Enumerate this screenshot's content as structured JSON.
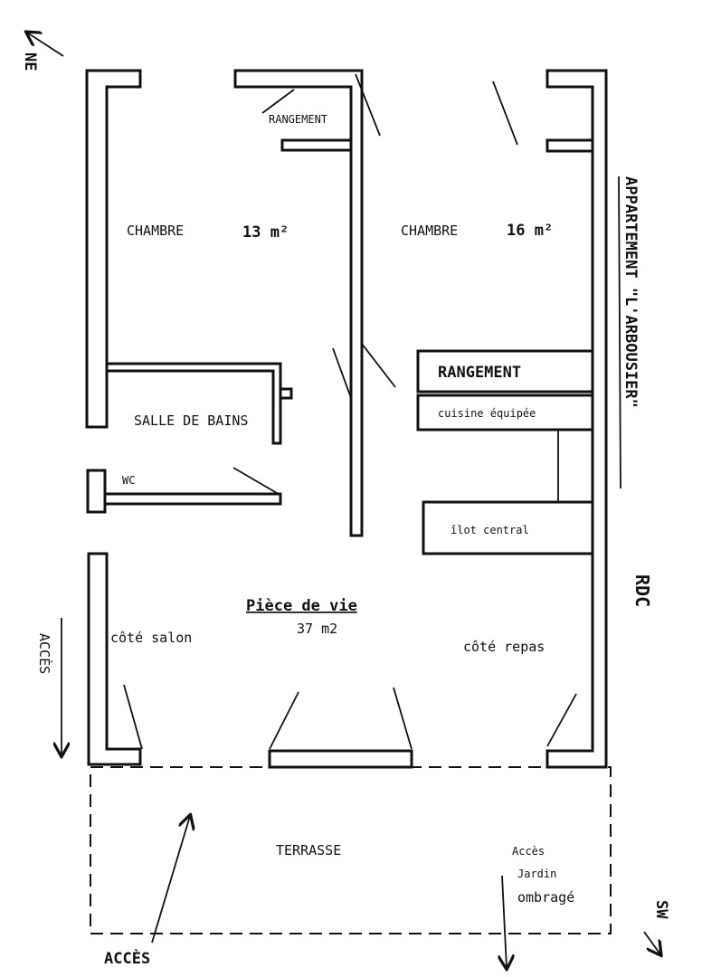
{
  "plan": {
    "title": "APPARTEMENT \"L'ARBOUSIER\"",
    "level": "RDC",
    "compass_top": "NE",
    "compass_bottom": "SW",
    "rooms": {
      "bedroom_left": "CHAMBRE",
      "bedroom_left_area": "13 m²",
      "bedroom_right": "CHAMBRE",
      "bedroom_right_area": "16 m²",
      "storage_top": "RANGEMENT",
      "bathroom": "SALLE DE BAINS",
      "wc": "WC",
      "kitchen_storage": "RANGEMENT",
      "kitchen": "cuisine équipée",
      "island": "îlot central",
      "living": "Pièce de vie",
      "living_area": "37 m2",
      "living_left": "côté salon",
      "living_right": "côté repas",
      "terrace": "TERRASSE"
    },
    "access_left": "ACCÈS",
    "access_bottom": "ACCÈS",
    "garden_access": [
      "Accès",
      "Jardin",
      "ombragé"
    ]
  }
}
